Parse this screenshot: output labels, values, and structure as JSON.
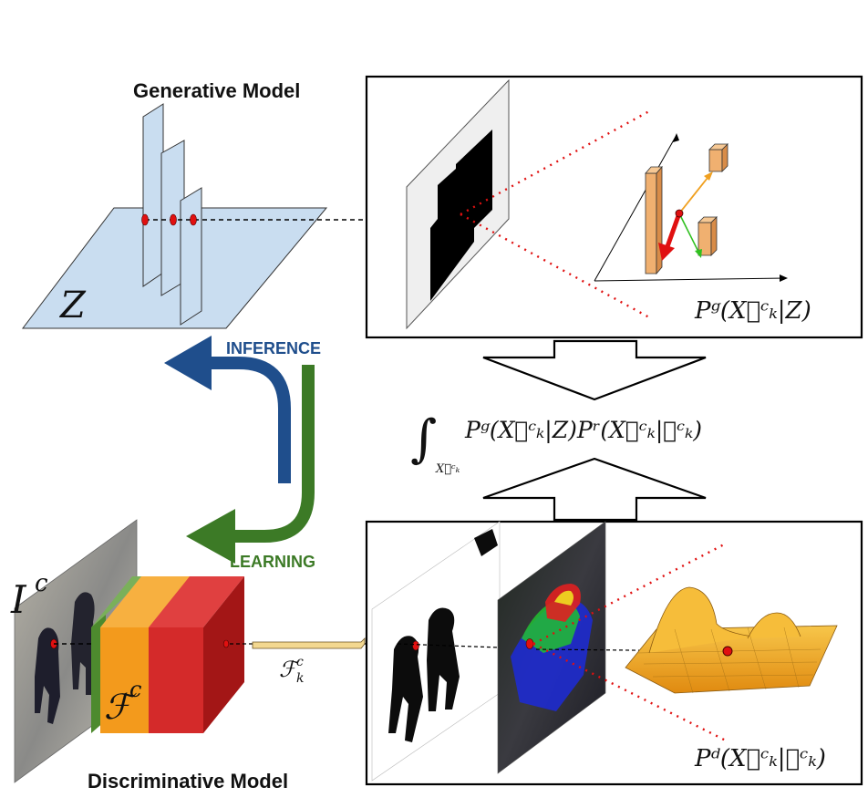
{
  "labels": {
    "generative_model": "Generative Model",
    "discriminative_model": "Discriminative Model",
    "inference": "INFERENCE",
    "learning": "LEARNING"
  },
  "math": {
    "z": "Z",
    "i_c_base": "I",
    "i_c_sup": "c",
    "f_c_base": "ℱ",
    "f_c_sup": "c",
    "fk_base": "ℱ",
    "fk_sup": "c",
    "fk_sub": "k",
    "pg_formula": "Pᵍ(X⃗ᶜₖ|Z)",
    "pd_formula": "Pᵈ(X⃗ᶜₖ|ℱᶜₖ)",
    "integral_symbol": "∫",
    "integral_sub": "X⃗ᶜₖ",
    "integral_body": "Pᵍ(X⃗ᶜₖ|Z)Pʳ(X⃗ᶜₖ|ℱᶜₖ)"
  },
  "colors": {
    "plane_blue": "#c9ddf0",
    "inference_blue": "#1f4e8c",
    "learning_green": "#3c7a26",
    "block_orange": "#f39a1c",
    "block_red": "#d42a2a",
    "block_dark_red": "#a31616",
    "block_green": "#5a9a3a",
    "marker_red": "#e01010",
    "cube_tan": "#f0b070",
    "surface_orange": "#f0b030"
  }
}
